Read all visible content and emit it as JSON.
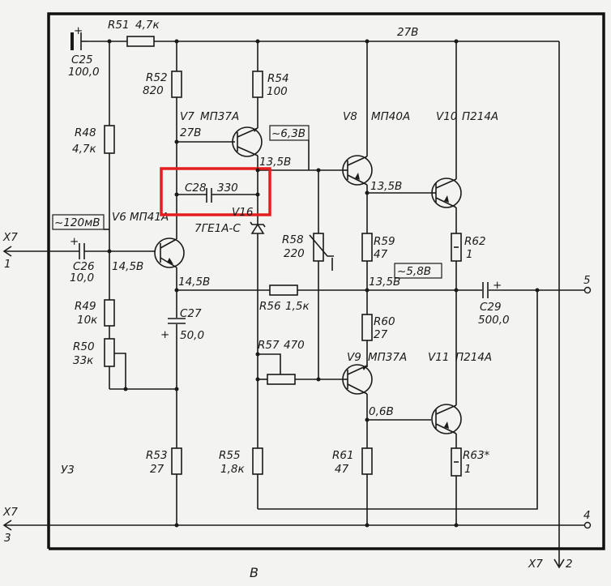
{
  "block": {
    "name": "У3",
    "label": "В"
  },
  "rail": {
    "supply": "27В"
  },
  "connectors": {
    "x7_1": "X7",
    "x7_1_pin": "1",
    "x7_3": "X7",
    "x7_3_pin": "3",
    "x7_2": "X7",
    "x7_2_pin": "2",
    "out5": "5",
    "out4": "4"
  },
  "capacitors": {
    "c25": {
      "ref": "C25",
      "value": "100,0"
    },
    "c26": {
      "ref": "C26",
      "value": "10,0"
    },
    "c27": {
      "ref": "C27",
      "value": "50,0"
    },
    "c28": {
      "ref": "C28",
      "value": "330"
    },
    "c29": {
      "ref": "C29",
      "value": "500,0"
    }
  },
  "resistors": {
    "r48": {
      "ref": "R48",
      "value": "4,7к"
    },
    "r49": {
      "ref": "R49",
      "value": "10к"
    },
    "r50": {
      "ref": "R50",
      "value": "33к"
    },
    "r51": {
      "ref": "R51",
      "value": "4,7к"
    },
    "r52": {
      "ref": "R52",
      "value": "820"
    },
    "r53": {
      "ref": "R53",
      "value": "27"
    },
    "r54": {
      "ref": "R54",
      "value": "100"
    },
    "r55": {
      "ref": "R55",
      "value": "1,8к"
    },
    "r56": {
      "ref": "R56",
      "value": "1,5к"
    },
    "r57": {
      "ref": "R57",
      "value": "470"
    },
    "r58": {
      "ref": "R58",
      "value": "220"
    },
    "r59": {
      "ref": "R59",
      "value": "47"
    },
    "r60": {
      "ref": "R60",
      "value": "27"
    },
    "r61": {
      "ref": "R61",
      "value": "47"
    },
    "r62": {
      "ref": "R62",
      "value": "1"
    },
    "r63": {
      "ref": "R63*",
      "value": "1"
    }
  },
  "transistors": {
    "v6": {
      "ref": "V6",
      "type": "МП41А"
    },
    "v7": {
      "ref": "V7",
      "type": "МП37А"
    },
    "v8": {
      "ref": "V8",
      "type": "МП40А"
    },
    "v9": {
      "ref": "V9",
      "type": "МП37А"
    },
    "v10": {
      "ref": "V10",
      "type": "П214А"
    },
    "v11": {
      "ref": "V11",
      "type": "П214А"
    }
  },
  "diode": {
    "ref": "V16",
    "type": "7ГЕ1А-С"
  },
  "voltages": {
    "v7_base": "27В",
    "v7_emitter": "13,5В",
    "v6_base": "14,5В",
    "v6_emitter": "14,5В",
    "v8_emitter": "13,5В",
    "mid": "13,5В",
    "v9_emitter": "0,6В",
    "ac_in": "~120мВ",
    "ac_v7": "~6,3В",
    "ac_out": "~5,8В"
  },
  "highlight_color": "#e41e1e"
}
